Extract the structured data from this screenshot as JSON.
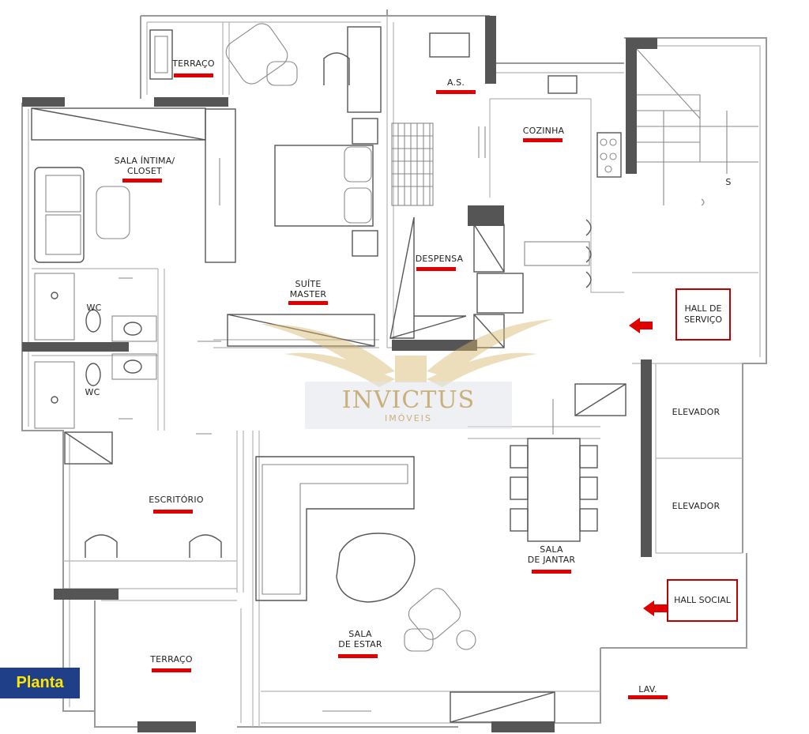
{
  "rooms": {
    "terraco_top": "TERRAÇO",
    "sala_intima": "SALA ÍNTIMA/\nCLOSET",
    "suite": "SUÍTE\nMASTER",
    "as": "A.S.",
    "cozinha": "COZINHA",
    "despensa": "DESPENSA",
    "wc1": "WC",
    "wc2": "WC",
    "escritorio": "ESCRITÓRIO",
    "sala_estar": "SALA\nDE ESTAR",
    "sala_jantar": "SALA\nDE JANTAR",
    "elevador1": "ELEVADOR",
    "elevador2": "ELEVADOR",
    "terraco_bottom": "TERRAÇO",
    "lav": "LAV.",
    "stair_mark": "S"
  },
  "halls": {
    "servico": "HALL DE\nSERVIÇO",
    "social": "HALL SOCIAL"
  },
  "badge": "Planta",
  "watermark": {
    "title": "INVICTUS",
    "subtitle": "IMÓVEIS"
  },
  "colors": {
    "underline": "#e00000",
    "hall_border": "#c00000",
    "badge_bg": "#1f3f88",
    "badge_text": "#ffe600"
  }
}
